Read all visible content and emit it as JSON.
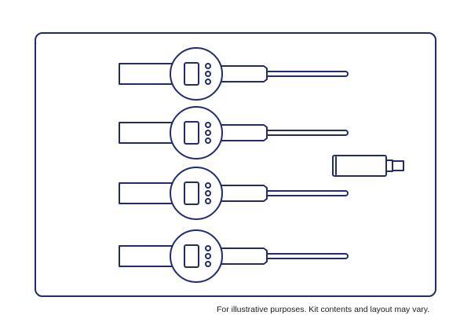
{
  "caption": "For illustrative purposes. Kit contents and layout may vary.",
  "colors": {
    "stroke": "#1f2a7a",
    "text": "#1a1a1a",
    "background": "#ffffff"
  },
  "kit": {
    "gauge_count": 4,
    "accessory_count": 1
  },
  "icons": [
    "digital-indicator-icon",
    "contact-point-extension-icon"
  ]
}
